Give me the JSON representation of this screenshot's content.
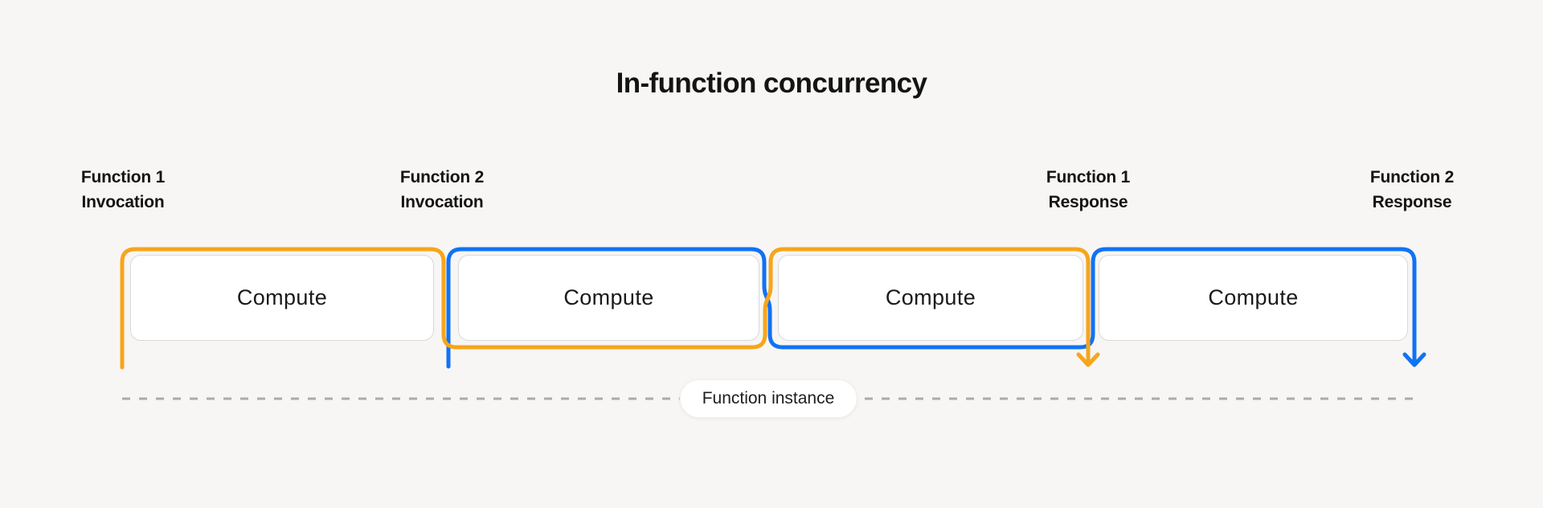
{
  "title": "In-function concurrency",
  "events": [
    {
      "line1": "Function 1",
      "line2": "Invocation"
    },
    {
      "line1": "Function 2",
      "line2": "Invocation"
    },
    {
      "line1": "Function 1",
      "line2": "Response"
    },
    {
      "line1": "Function 2",
      "line2": "Response"
    }
  ],
  "boxes": [
    {
      "label": "Compute"
    },
    {
      "label": "Compute"
    },
    {
      "label": "Compute"
    },
    {
      "label": "Compute"
    }
  ],
  "timeline": {
    "label": "Function instance"
  },
  "colors": {
    "function1": "#F6A51C",
    "function2": "#1172F5",
    "timeline_dash": "#ABABAB",
    "background": "#F7F6F4",
    "box_border": "#D9D9D9",
    "text": "#141414"
  }
}
